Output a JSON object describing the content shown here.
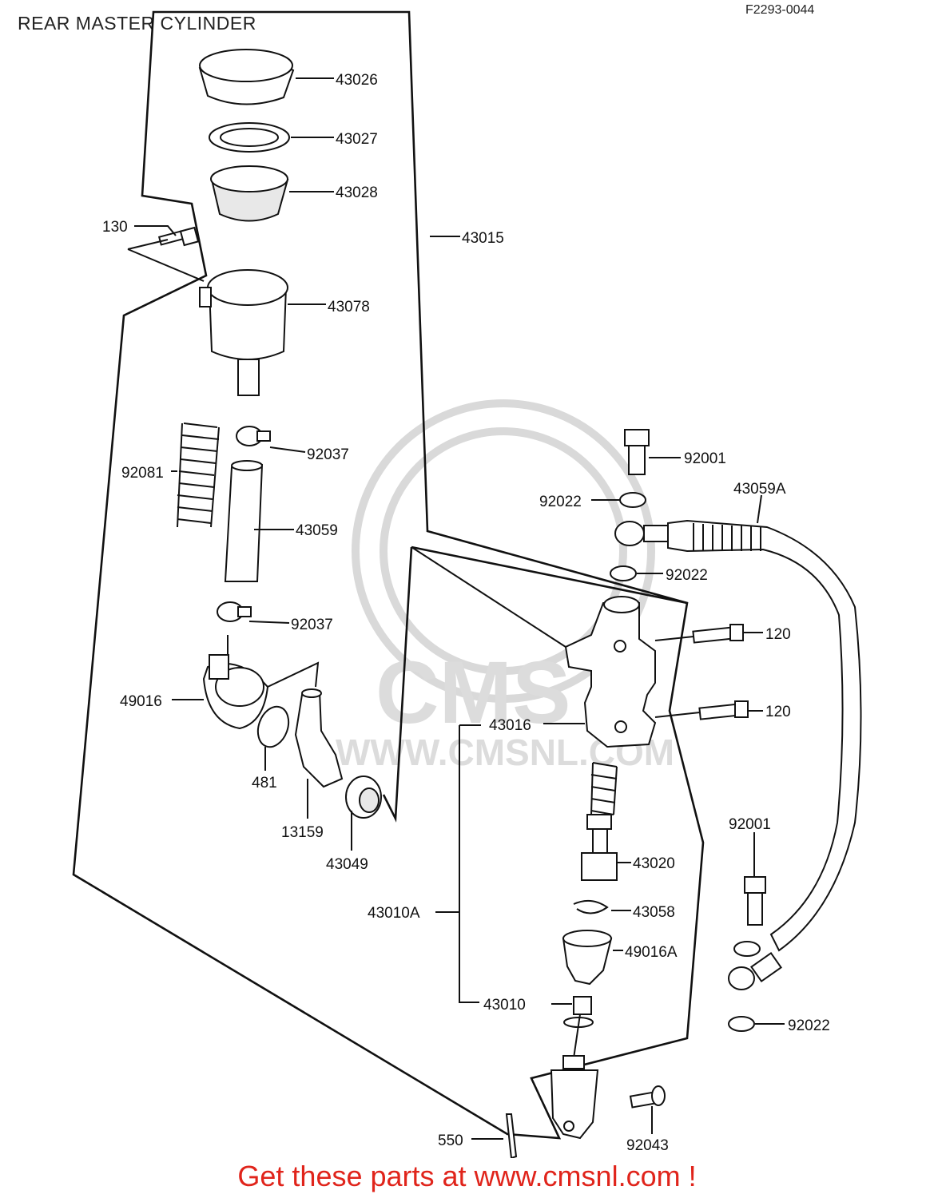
{
  "title": "REAR MASTER CYLINDER",
  "figure_code": "F2293-0044",
  "footer": "Get these parts at www.cmsnl.com !",
  "watermark": {
    "logo_text": "CMS",
    "url_text": "WWW.CMSNL.COM"
  },
  "part_labels": {
    "p43026": "43026",
    "p43027": "43027",
    "p43028": "43028",
    "p130": "130",
    "p43015": "43015",
    "p43078": "43078",
    "p92037a": "92037",
    "p92081": "92081",
    "p43059": "43059",
    "p92037b": "92037",
    "p49016": "49016",
    "p481": "481",
    "p13159": "13159",
    "p43049": "43049",
    "p92001a": "92001",
    "p92022a": "92022",
    "p43059A": "43059A",
    "p92022b": "92022",
    "p120a": "120",
    "p120b": "120",
    "p43016": "43016",
    "p43020": "43020",
    "p43058": "43058",
    "p43010A": "43010A",
    "p49016A": "49016A",
    "p43010": "43010",
    "p92001b": "92001",
    "p92022c": "92022",
    "p550": "550",
    "p92043": "92043"
  },
  "colors": {
    "footer": "#e0241b",
    "line": "#111111",
    "watermark": "#d9d9d9"
  }
}
